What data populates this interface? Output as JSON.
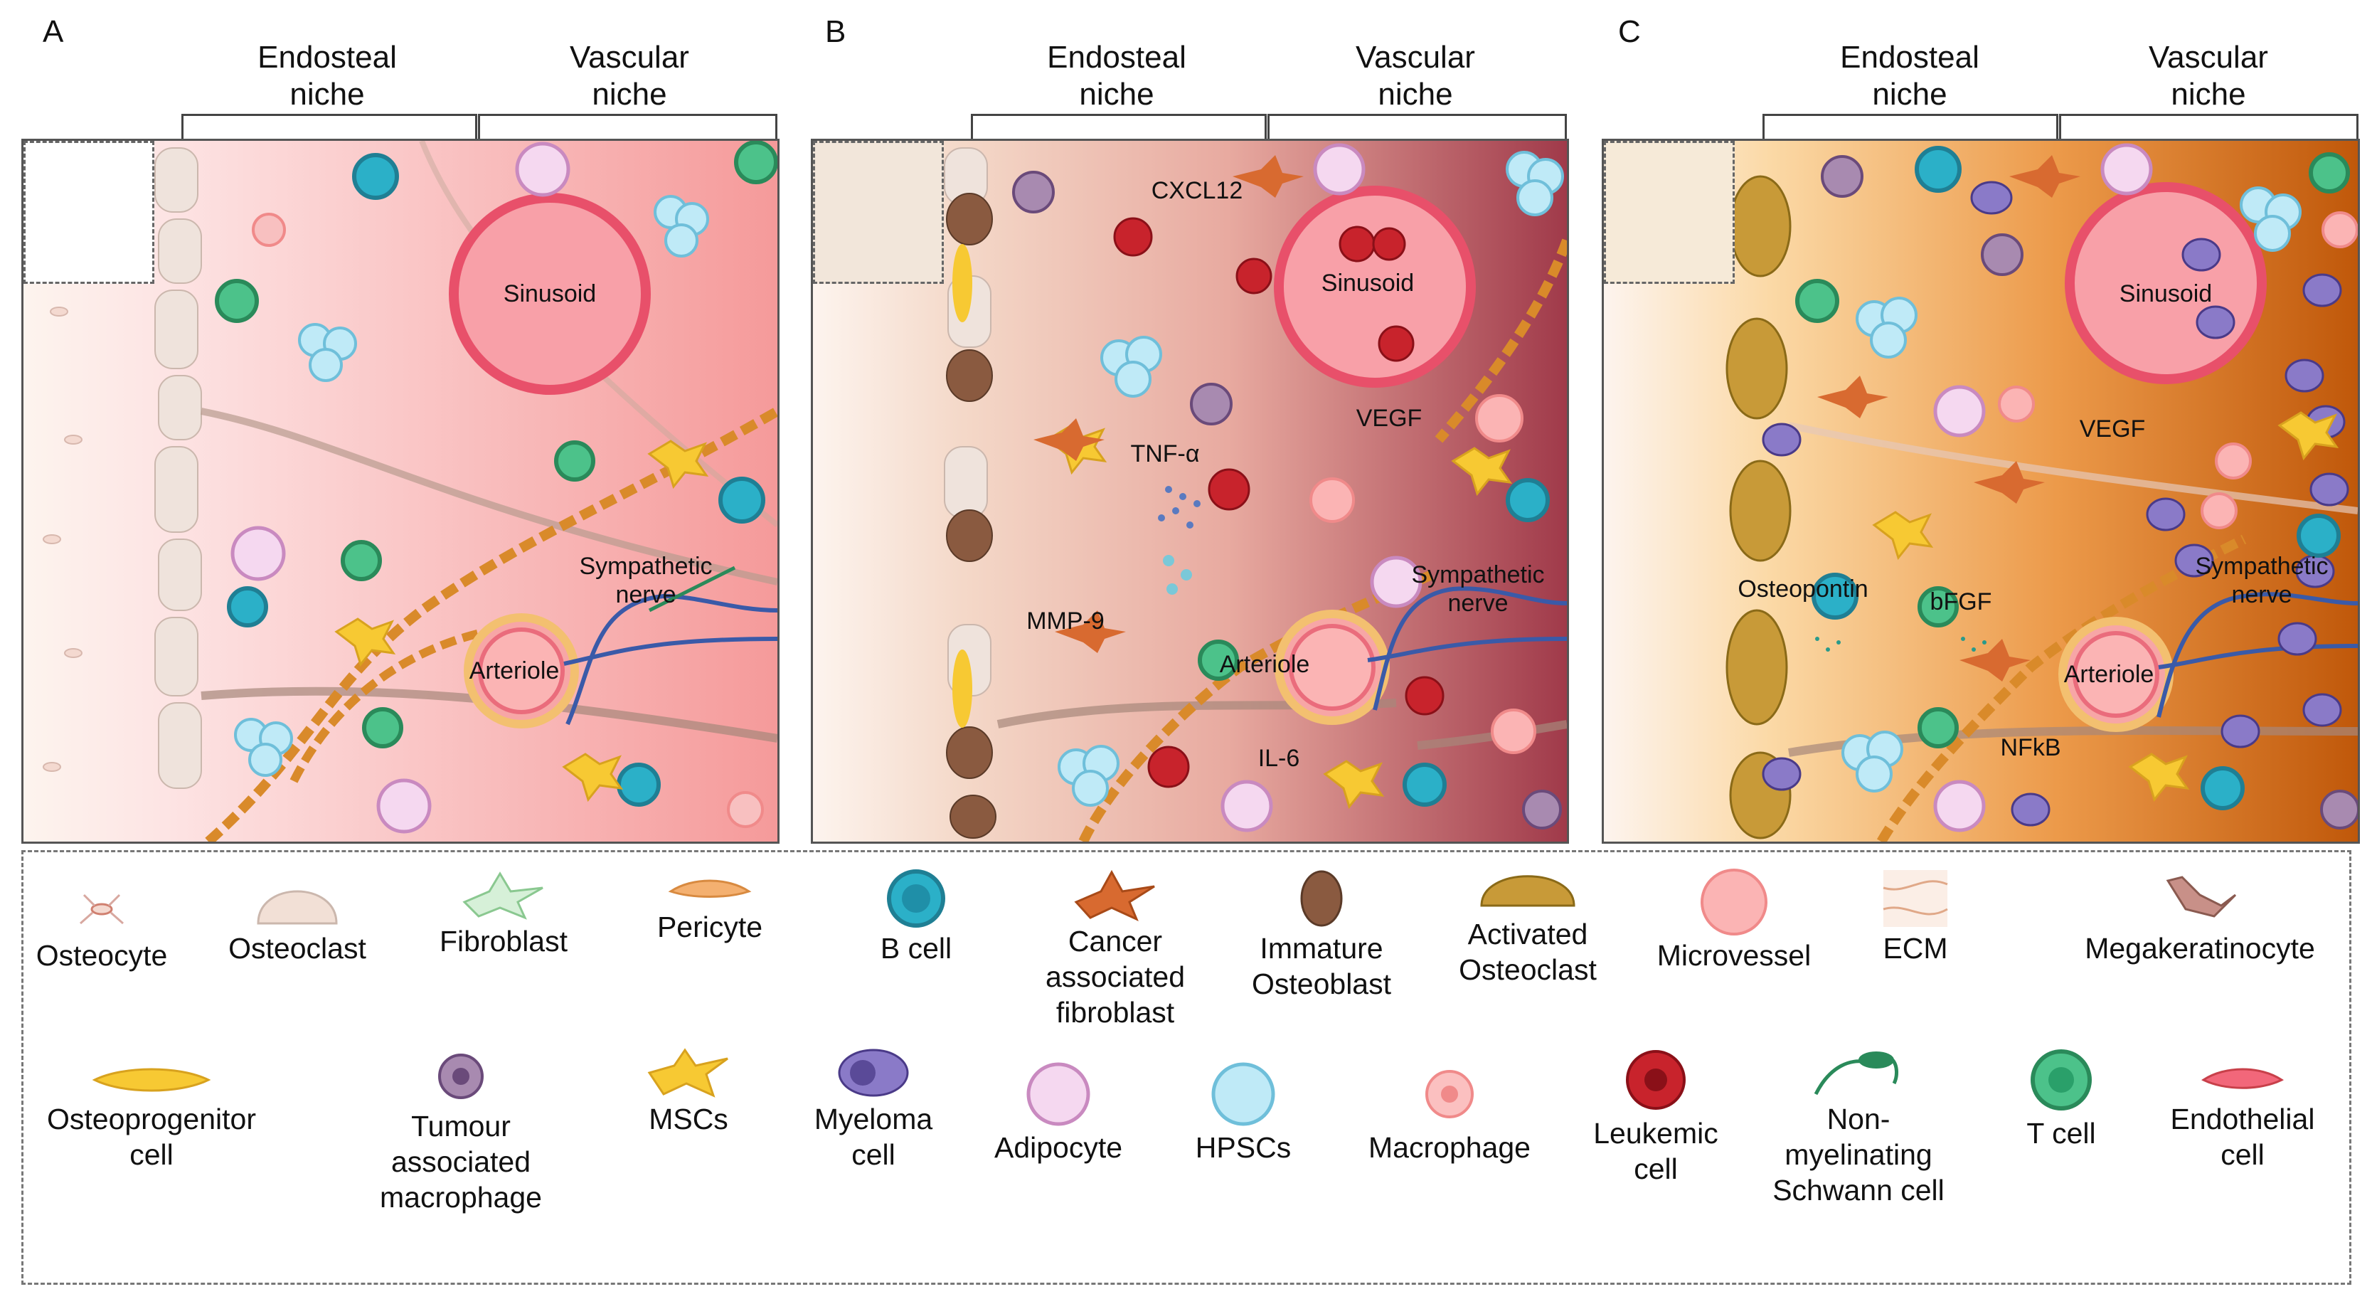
{
  "panels": [
    {
      "letter": "A",
      "endosteal": "Endosteal\nniche",
      "vascular": "Vascular\nniche",
      "labels": {
        "sinusoid": "Sinusoid",
        "arteriole": "Arteriole",
        "nerve": "Sympathetic\nnerve"
      }
    },
    {
      "letter": "B",
      "endosteal": "Endosteal\nniche",
      "vascular": "Vascular\nniche",
      "labels": {
        "sinusoid": "Sinusoid",
        "arteriole": "Arteriole",
        "nerve": "Sympathetic\nnerve",
        "cxcl12": "CXCL12",
        "tnfa": "TNF-α",
        "vegf": "VEGF",
        "mmp9": "MMP-9",
        "il6": "IL-6"
      }
    },
    {
      "letter": "C",
      "endosteal": "Endosteal\nniche",
      "vascular": "Vascular\nniche",
      "labels": {
        "sinusoid": "Sinusoid",
        "arteriole": "Arteriole",
        "nerve": "Sympathetic\nnerve",
        "vegf": "VEGF",
        "osteopontin": "Osteopontin",
        "bfgf": "bFGF",
        "nfkb": "NFkB"
      }
    }
  ],
  "legend": [
    {
      "name": "Osteocyte",
      "icon": "osteocyte-icon"
    },
    {
      "name": "Osteoclast",
      "icon": "osteoclast-icon"
    },
    {
      "name": "Fibroblast",
      "icon": "fibroblast-icon"
    },
    {
      "name": "Pericyte",
      "icon": "pericyte-icon"
    },
    {
      "name": "B cell",
      "icon": "b-cell-icon"
    },
    {
      "name": "Cancer\nassociated\nfibroblast",
      "icon": "cancer-associated-fibroblast-icon"
    },
    {
      "name": "Immature\nOsteoblast",
      "icon": "immature-osteoblast-icon"
    },
    {
      "name": "Activated\nOsteoclast",
      "icon": "activated-osteoclast-icon"
    },
    {
      "name": "Microvessel",
      "icon": "microvessel-icon"
    },
    {
      "name": "ECM",
      "icon": "ecm-icon"
    },
    {
      "name": "Megakeratinocyte",
      "icon": "megakeratinocyte-icon"
    },
    {
      "name": "Osteoprogenitor\ncell",
      "icon": "osteoprogenitor-cell-icon"
    },
    {
      "name": "Tumour\nassociated\nmacrophage",
      "icon": "tumour-associated-macrophage-icon"
    },
    {
      "name": "MSCs",
      "icon": "mscs-icon"
    },
    {
      "name": "Myeloma\ncell",
      "icon": "myeloma-cell-icon"
    },
    {
      "name": "Adipocyte",
      "icon": "adipocyte-icon"
    },
    {
      "name": "HPSCs",
      "icon": "hpscs-icon"
    },
    {
      "name": "Macrophage",
      "icon": "macrophage-icon"
    },
    {
      "name": "Leukemic\ncell",
      "icon": "leukemic-cell-icon"
    },
    {
      "name": "Non-\nmyelinating\nSchwann cell",
      "icon": "schwann-cell-icon"
    },
    {
      "name": "T cell",
      "icon": "t-cell-icon"
    },
    {
      "name": "Endothelial\ncell",
      "icon": "endothelial-cell-icon"
    }
  ],
  "colors": {
    "panelA": "#f7a8a8",
    "panelB": "#a84050",
    "panelC": "#c8620a",
    "sinusoid": "#f2677a",
    "nerve": "#3a5aa8"
  }
}
